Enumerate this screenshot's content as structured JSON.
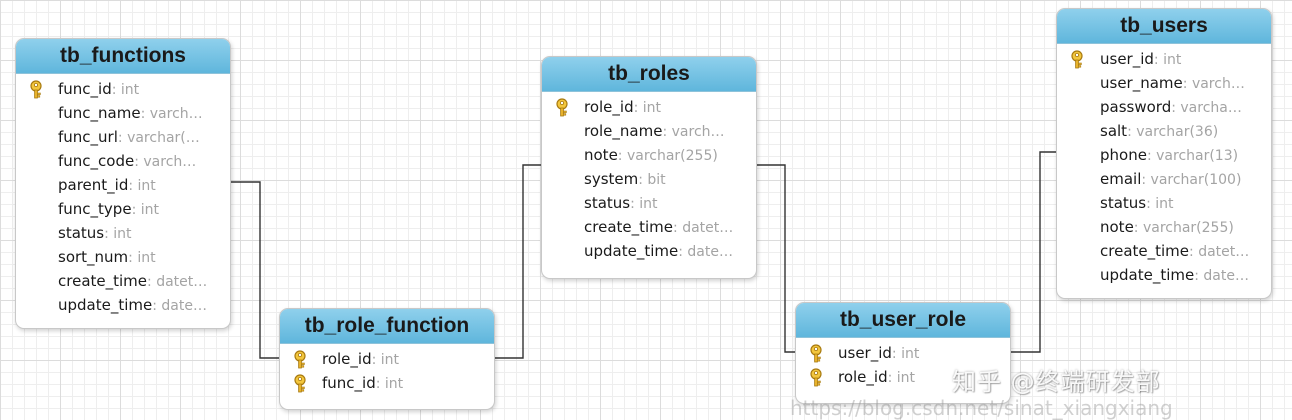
{
  "tables": [
    {
      "name": "tb_functions",
      "columns": [
        {
          "field": "func_id",
          "type": "int",
          "pk": true
        },
        {
          "field": "func_name",
          "type": "varch…",
          "pk": false
        },
        {
          "field": "func_url",
          "type": "varchar(…",
          "pk": false
        },
        {
          "field": "func_code",
          "type": "varch…",
          "pk": false
        },
        {
          "field": "parent_id",
          "type": "int",
          "pk": false
        },
        {
          "field": "func_type",
          "type": "int",
          "pk": false
        },
        {
          "field": "status",
          "type": "int",
          "pk": false
        },
        {
          "field": "sort_num",
          "type": "int",
          "pk": false
        },
        {
          "field": "create_time",
          "type": "datet…",
          "pk": false
        },
        {
          "field": "update_time",
          "type": "date…",
          "pk": false
        }
      ]
    },
    {
      "name": "tb_role_function",
      "columns": [
        {
          "field": "role_id",
          "type": "int",
          "pk": true
        },
        {
          "field": "func_id",
          "type": "int",
          "pk": true
        }
      ]
    },
    {
      "name": "tb_roles",
      "columns": [
        {
          "field": "role_id",
          "type": "int",
          "pk": true
        },
        {
          "field": "role_name",
          "type": "varch…",
          "pk": false
        },
        {
          "field": "note",
          "type": "varchar(255)",
          "pk": false
        },
        {
          "field": "system",
          "type": "bit",
          "pk": false
        },
        {
          "field": "status",
          "type": "int",
          "pk": false
        },
        {
          "field": "create_time",
          "type": "datet…",
          "pk": false
        },
        {
          "field": "update_time",
          "type": "date…",
          "pk": false
        }
      ]
    },
    {
      "name": "tb_user_role",
      "columns": [
        {
          "field": "user_id",
          "type": "int",
          "pk": true
        },
        {
          "field": "role_id",
          "type": "int",
          "pk": true
        }
      ]
    },
    {
      "name": "tb_users",
      "columns": [
        {
          "field": "user_id",
          "type": "int",
          "pk": true
        },
        {
          "field": "user_name",
          "type": "varch…",
          "pk": false
        },
        {
          "field": "password",
          "type": "varcha…",
          "pk": false
        },
        {
          "field": "salt",
          "type": "varchar(36)",
          "pk": false
        },
        {
          "field": "phone",
          "type": "varchar(13)",
          "pk": false
        },
        {
          "field": "email",
          "type": "varchar(100)",
          "pk": false
        },
        {
          "field": "status",
          "type": "int",
          "pk": false
        },
        {
          "field": "note",
          "type": "varchar(255)",
          "pk": false
        },
        {
          "field": "create_time",
          "type": "datet…",
          "pk": false
        },
        {
          "field": "update_time",
          "type": "date…",
          "pk": false
        }
      ]
    }
  ],
  "relationships": [
    {
      "from": "tb_functions",
      "to": "tb_role_function"
    },
    {
      "from": "tb_role_function",
      "to": "tb_roles"
    },
    {
      "from": "tb_roles",
      "to": "tb_user_role"
    },
    {
      "from": "tb_user_role",
      "to": "tb_users"
    }
  ],
  "watermark": "知乎 @终端研发部",
  "url_watermark": "https://blog.csdn.net/sinat_xiangxiang",
  "colors": {
    "header": "#5fb6dc",
    "line": "#333333",
    "key": "#e8b22a"
  },
  "icons": {
    "primary_key": "key-icon"
  }
}
